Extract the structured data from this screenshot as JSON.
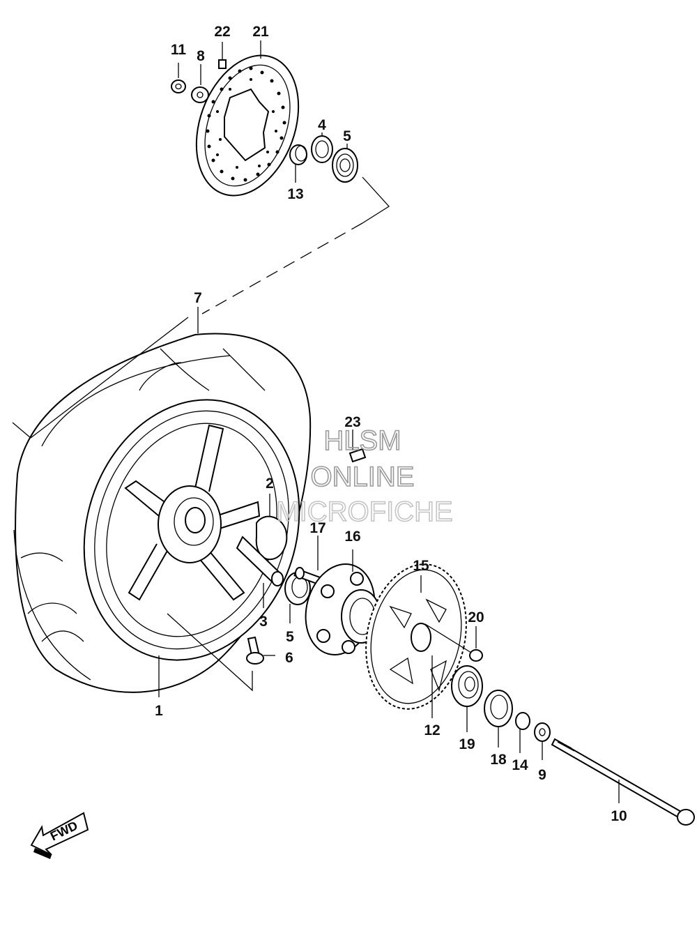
{
  "watermark": {
    "line1": "HLSM",
    "line2": "ONLINE",
    "line3": "MICROFICHE"
  },
  "direction_badge": "FWD",
  "parts": {
    "p1": "1",
    "p2": "2",
    "p3": "3",
    "p4": "4",
    "p5a": "5",
    "p5b": "5",
    "p6": "6",
    "p7": "7",
    "p8": "8",
    "p9": "9",
    "p10": "10",
    "p11": "11",
    "p12": "12",
    "p13": "13",
    "p14": "14",
    "p15": "15",
    "p16": "16",
    "p17": "17",
    "p18": "18",
    "p19": "19",
    "p20": "20",
    "p21": "21",
    "p22": "22",
    "p23": "23"
  }
}
